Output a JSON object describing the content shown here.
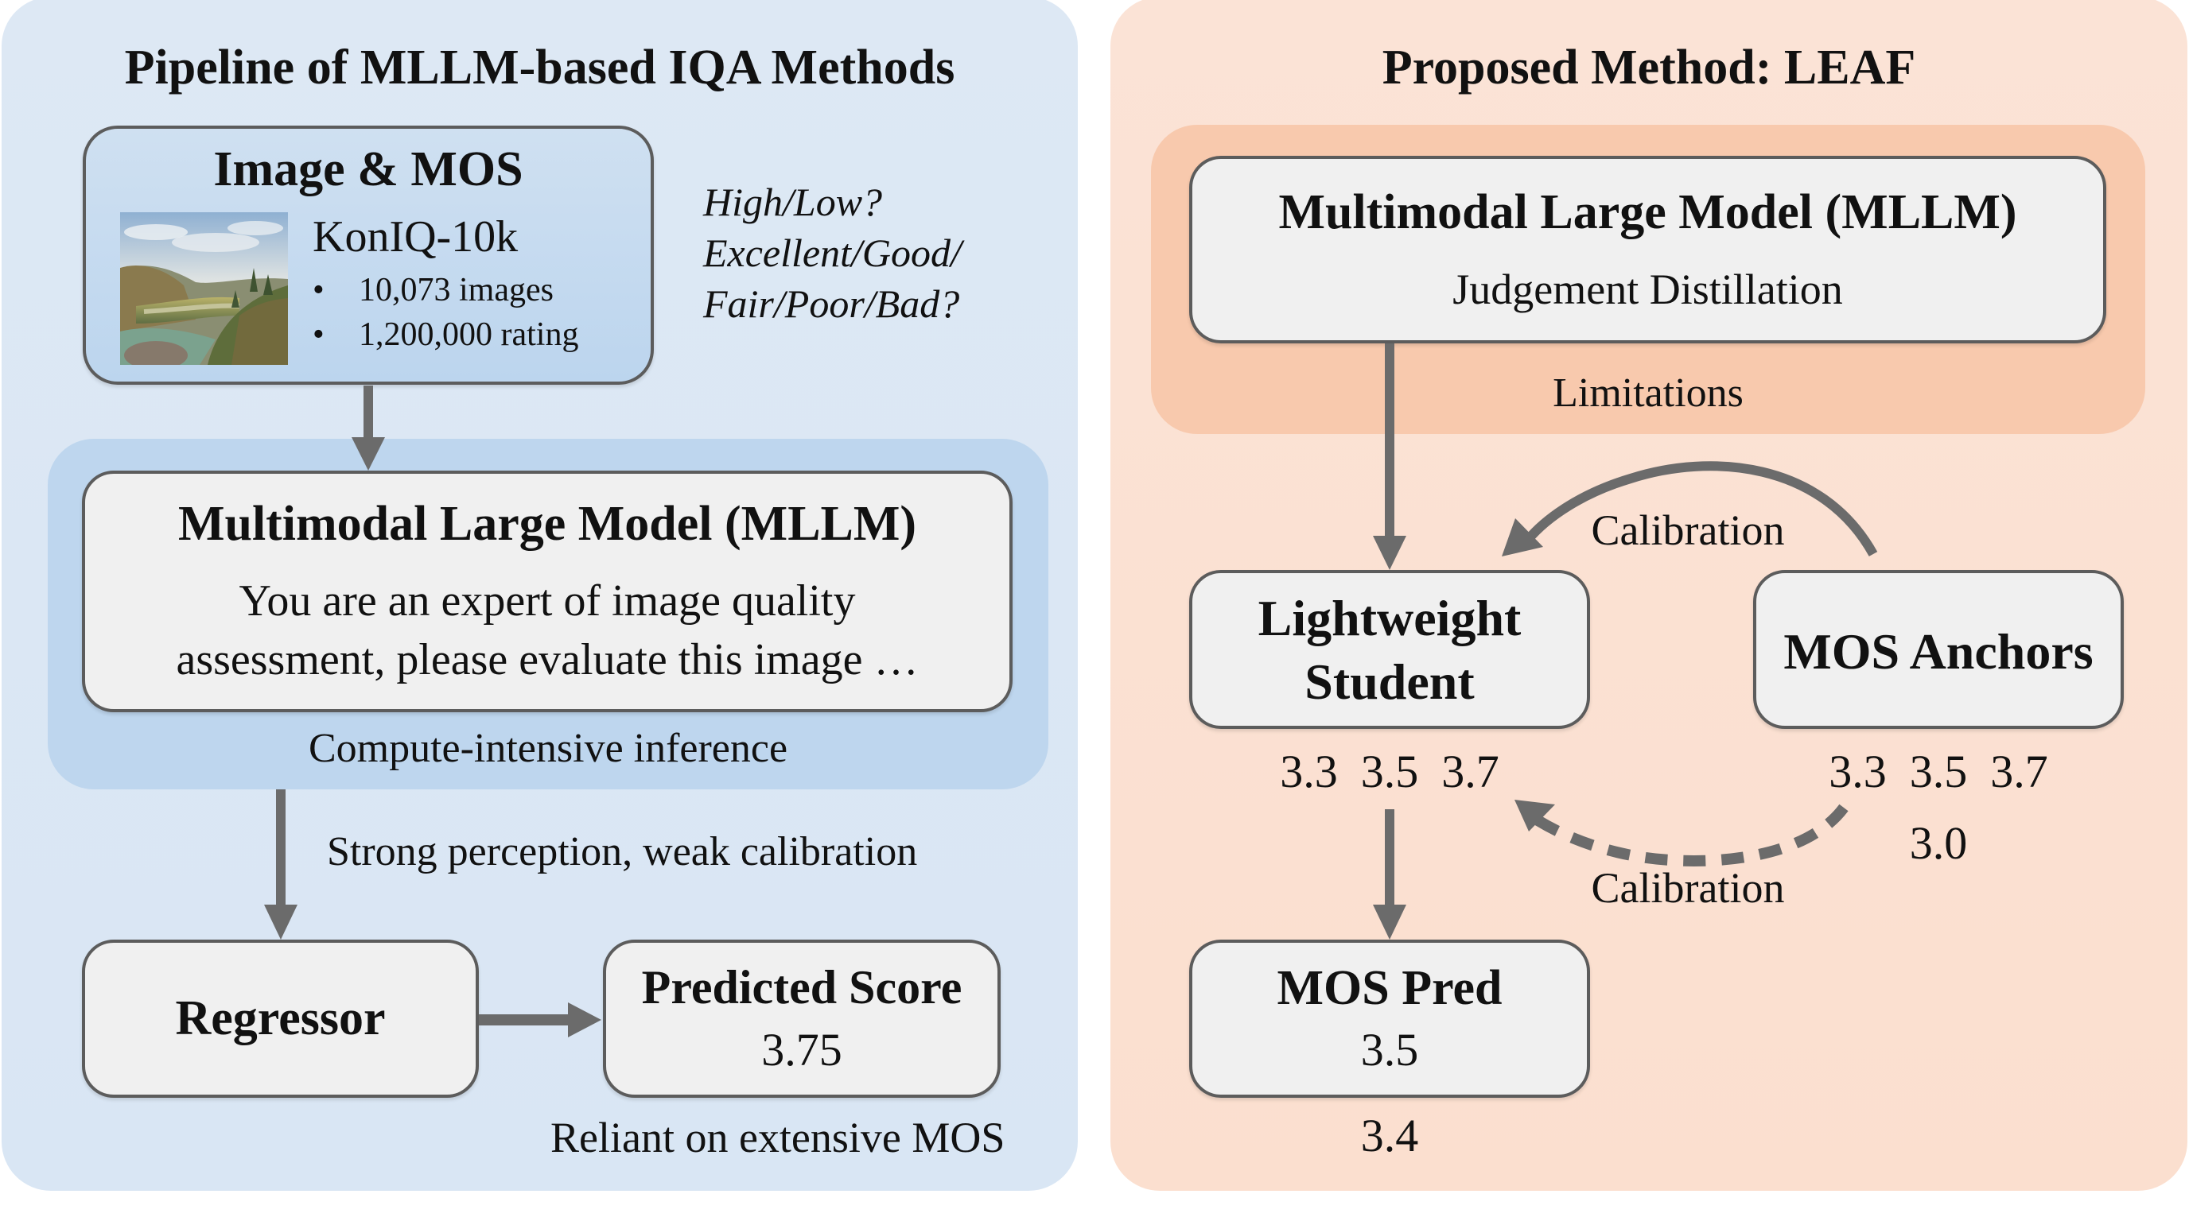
{
  "left_panel": {
    "title": "Pipeline of MLLM-based IQA Methods",
    "image_box": {
      "title": "Image & MOS",
      "dataset": "KonIQ-10k",
      "bullets": [
        "10,073 images",
        "1,200,000 rating"
      ],
      "thumbnail_icon": "landscape-photo"
    },
    "question_text": [
      "High/Low?",
      "Excellent/Good/",
      "Fair/Poor/Bad?"
    ],
    "mllm_box": {
      "title": "Multimodal Large Model (MLLM)",
      "prompt_lines": [
        "You are an expert of image quality",
        "assessment, please evaluate this image …"
      ],
      "caption": "Compute-intensive inference"
    },
    "arrow_label": "Strong perception, weak calibration",
    "regressor_label": "Regressor",
    "predicted_score": {
      "title": "Predicted Score",
      "value": "3.75"
    },
    "bottom_caption": "Reliant on extensive MOS"
  },
  "right_panel": {
    "title": "Proposed Method: LEAF",
    "mllm_box": {
      "title": "Multimodal Large Model (MLLM)",
      "subtitle": "Judgement Distillation",
      "caption": "Limitations"
    },
    "student_box": {
      "title_lines": [
        "Lightweight",
        "Student"
      ],
      "values": "3.3  3.5  3.7"
    },
    "anchors_box": {
      "title": "MOS Anchors",
      "values": "3.3  3.5  3.7",
      "extra_value": "3.0"
    },
    "calibration_top_label": "Calibration",
    "calibration_bottom_label": "Calibration",
    "mos_pred_box": {
      "title": "MOS Pred",
      "value": "3.5"
    },
    "below_pred_value": "3.4"
  },
  "colors": {
    "left_panel_bg": "#dbe7f4",
    "left_highlight": "#bed6ee",
    "right_panel_bg": "#fbe1d3",
    "right_highlight": "#f8c9ad",
    "box_fill": "#f0f0f0",
    "box_border": "#5c5c5c",
    "arrow": "#6b6b6b"
  }
}
